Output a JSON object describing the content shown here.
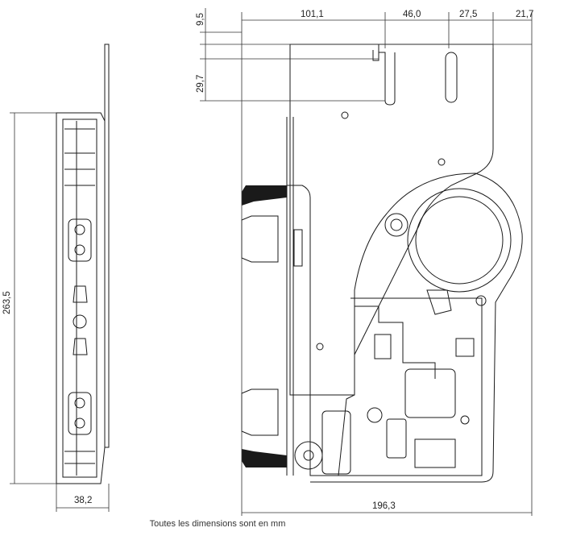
{
  "dimensions": {
    "width_top_1": "101,1",
    "width_top_2": "46,0",
    "width_top_3": "27,5",
    "width_top_4": "21,7",
    "height_offset_1": "9,5",
    "height_offset_2": "29,7",
    "height_total": "263,5",
    "depth": "38,2",
    "width_total": "196,3"
  },
  "caption": "Toutes les dimensions sont en mm",
  "colors": {
    "line": "#1a1a1a",
    "dimension": "#333333",
    "fill": "#ffffff"
  }
}
